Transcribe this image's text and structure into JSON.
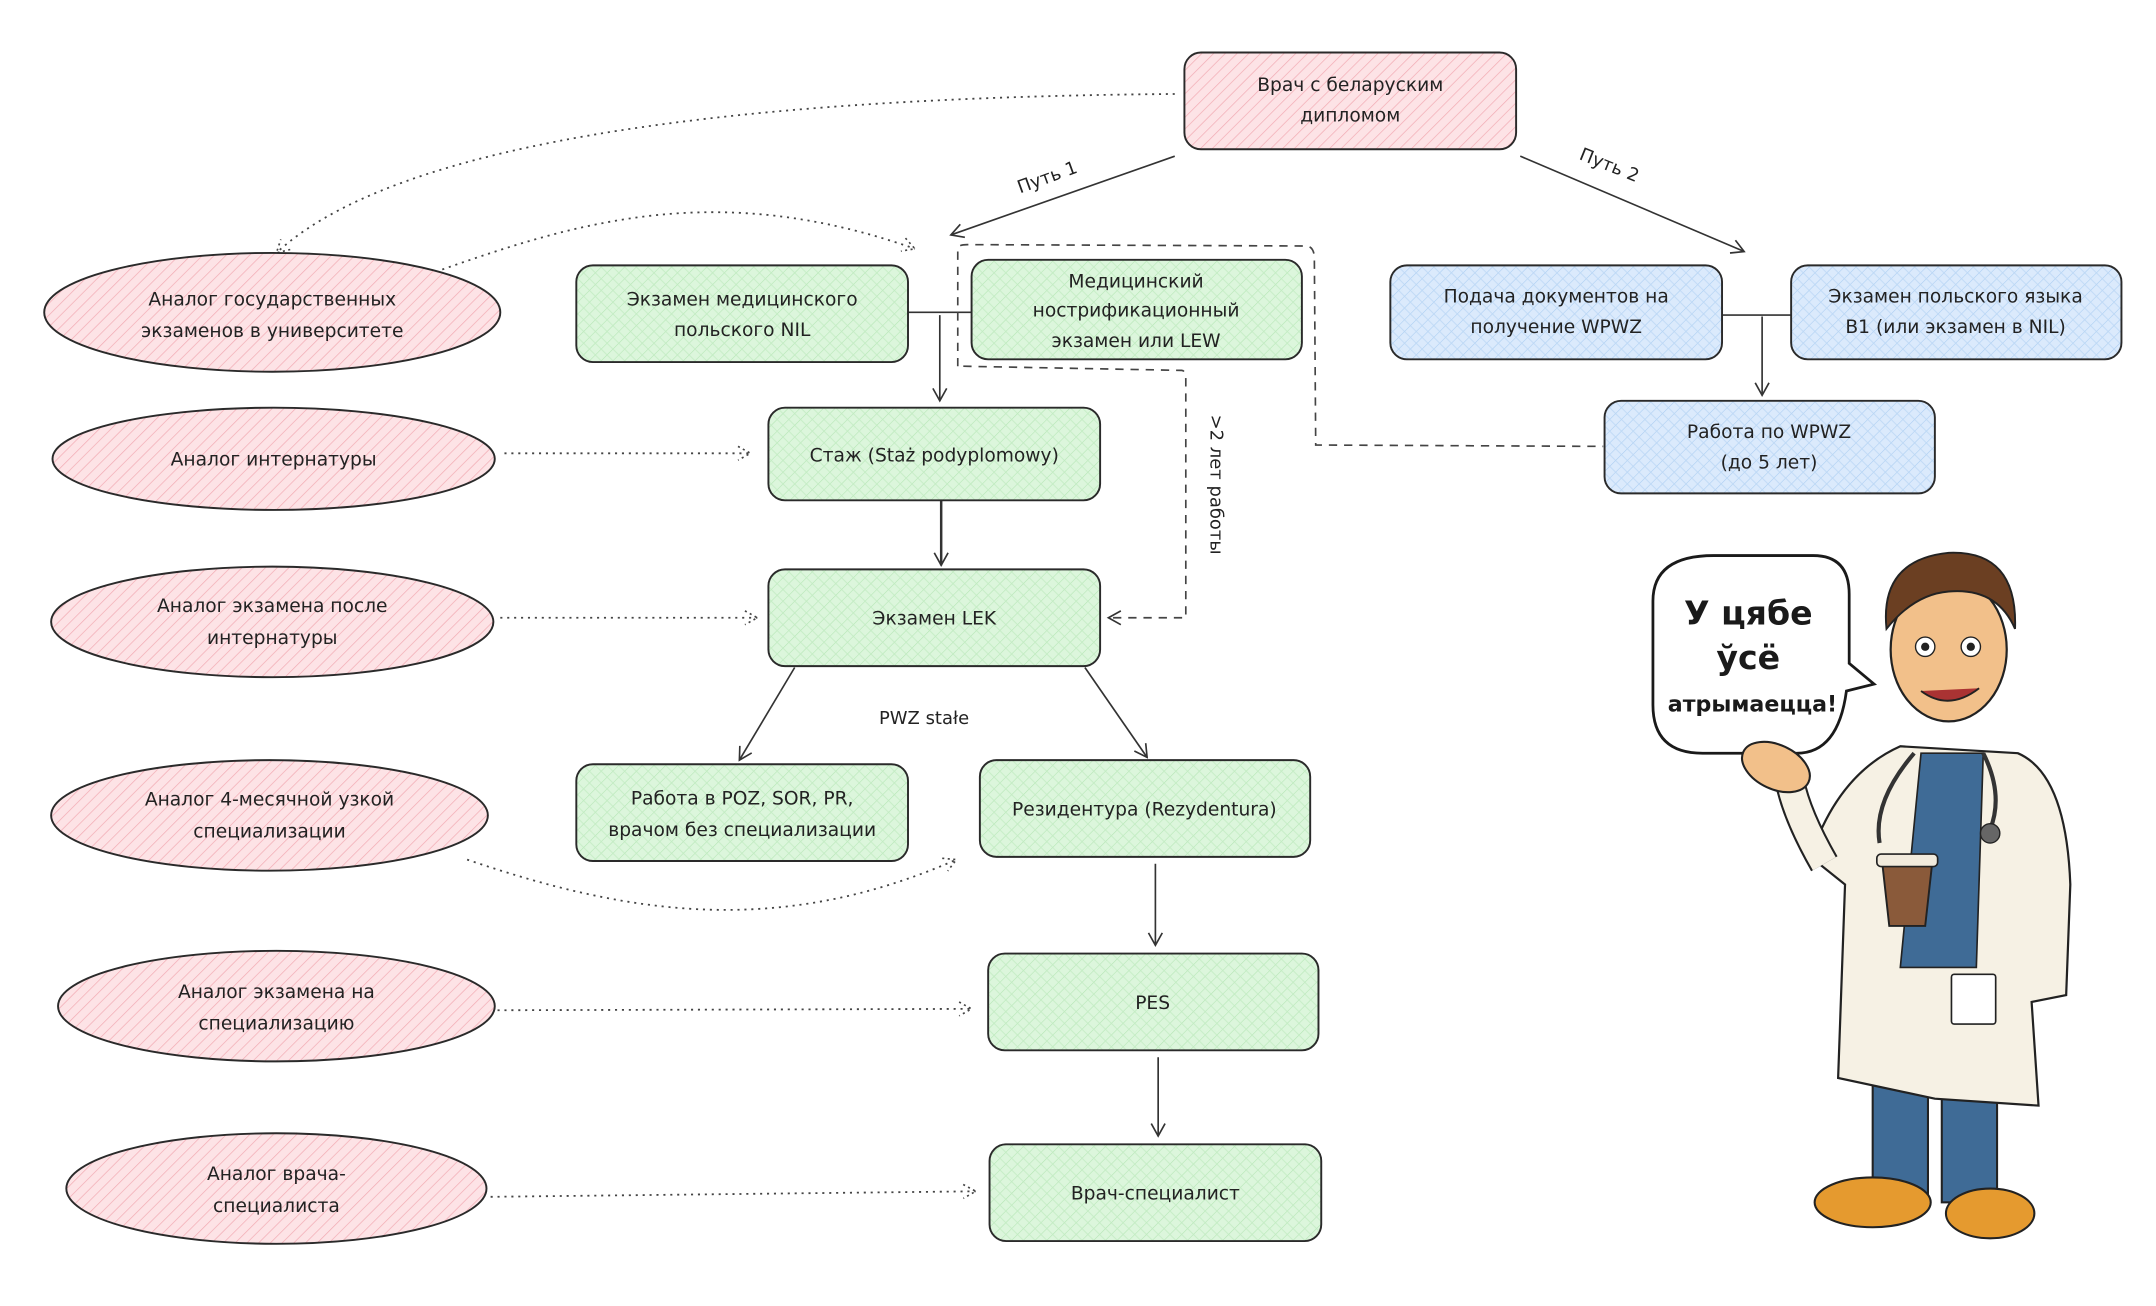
{
  "colors": {
    "pink_fill": "#fde3e6",
    "pink_hatch": "#f2aab3",
    "green_fill": "#dcf6dc",
    "green_hatch": "#a6dfa6",
    "blue_fill": "#dbeafc",
    "blue_hatch": "#9cc3ee",
    "stroke": "#2a2a2a"
  },
  "start": {
    "lines": [
      "Врач с беларуским",
      "дипломом"
    ]
  },
  "path_labels": {
    "path1": "Путь 1",
    "path2": "Путь 2"
  },
  "path1": {
    "nil": {
      "lines": [
        "Экзамен медицинского",
        "польского NIL"
      ]
    },
    "lew": {
      "lines": [
        "Медицинский",
        "нострификационный",
        "экзамен или LEW"
      ]
    },
    "staz": {
      "label": "Стаж (Staż podyplomowy)"
    },
    "lek": {
      "label": "Экзамен LEK"
    },
    "pwz_note": "PWZ stałe",
    "poz": {
      "lines": [
        "Работа в POZ, SOR, PR,",
        "врачом без специализации"
      ]
    },
    "residency": {
      "label": "Резидентура (Rezydentura)"
    },
    "pes": {
      "label": "PES"
    },
    "specialist": {
      "label": "Врач-специалист"
    }
  },
  "path2": {
    "docs": {
      "lines": [
        "Подача документов на",
        "получение WPWZ"
      ]
    },
    "lang": {
      "lines": [
        "Экзамен польского языка",
        "B1 (или экзамен в NIL)"
      ]
    },
    "work": {
      "lines": [
        "Работа по WPWZ",
        "(до 5 лет)"
      ]
    },
    "shortcut_note": ">2 лет работы"
  },
  "analogs": [
    {
      "lines": [
        "Аналог государственных",
        "экзаменов в университете"
      ]
    },
    {
      "lines": [
        "Аналог интернатуры"
      ]
    },
    {
      "lines": [
        "Аналог экзамена после",
        "интернатуры"
      ]
    },
    {
      "lines": [
        "Аналог 4-месячной узкой",
        "специализации"
      ]
    },
    {
      "lines": [
        "Аналог экзамена на",
        "специализацию"
      ]
    },
    {
      "lines": [
        "Аналог врача-",
        "специалиста"
      ]
    }
  ],
  "mascot": {
    "speech": [
      "У цябе",
      "ўсё",
      "атрымаецца!"
    ]
  }
}
